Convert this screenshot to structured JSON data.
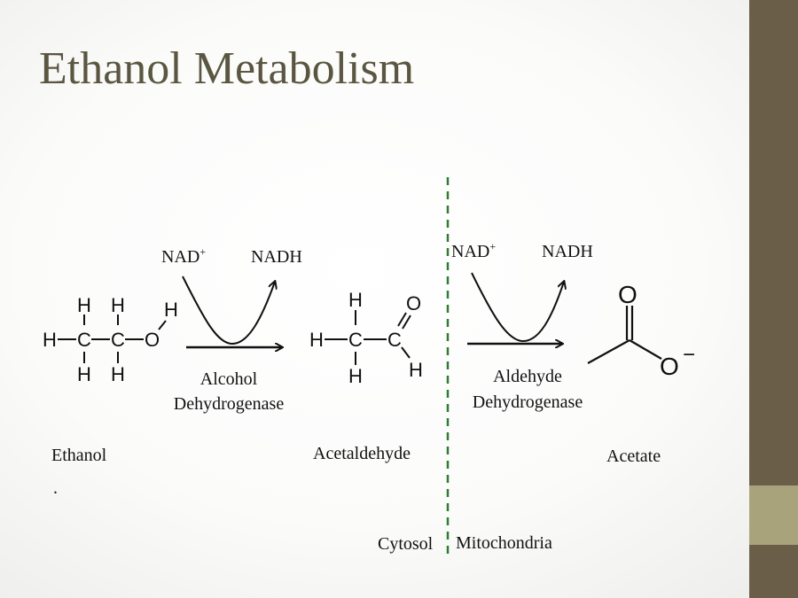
{
  "slide": {
    "title": "Ethanol Metabolism",
    "accent_color": "#6b5e48",
    "divider_color": "#2e7d32"
  },
  "reaction1": {
    "cofactor_in": "NAD",
    "cofactor_in_sup": "+",
    "cofactor_out": "NADH",
    "enzyme_line1": "Alcohol",
    "enzyme_line2": "Dehydrogenase"
  },
  "reaction2": {
    "cofactor_in": "NAD",
    "cofactor_in_sup": "+",
    "cofactor_out": "NADH",
    "enzyme_line1": "Aldehyde",
    "enzyme_line2": "Dehydrogenase"
  },
  "molecules": {
    "ethanol": "Ethanol",
    "acetaldehyde": "Acetaldehyde",
    "acetate": "Acetate",
    "atoms": {
      "H": "H",
      "C": "C",
      "O": "O",
      "minus": "−"
    }
  },
  "compartments": {
    "left": "Cytosol",
    "right": "Mitochondria"
  },
  "stray_mark": "."
}
